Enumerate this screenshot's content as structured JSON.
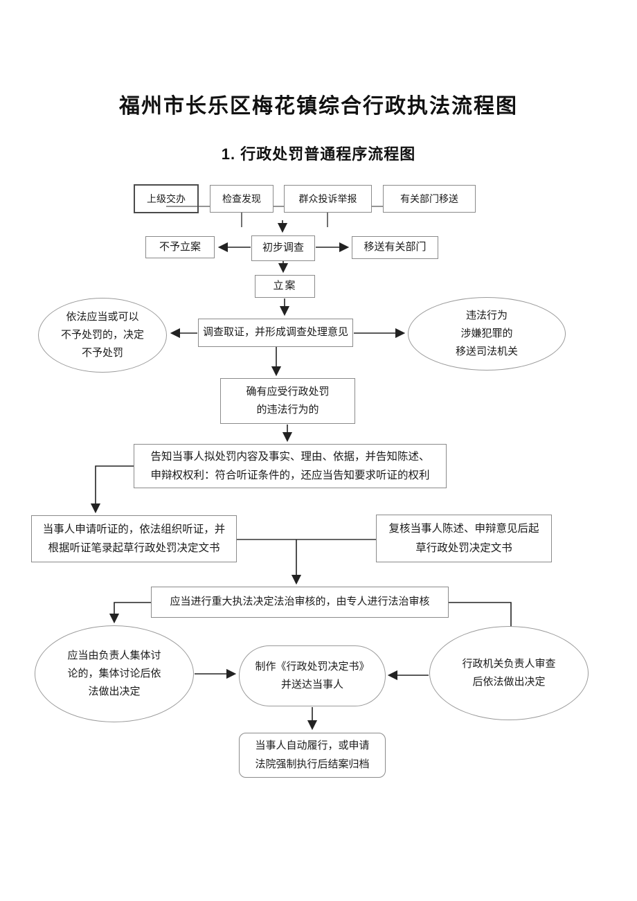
{
  "page": {
    "title": "福州市长乐区梅花镇综合行政执法流程图",
    "section_heading": "1. 行政处罚普通程序流程图"
  },
  "flowchart": {
    "nodes": {
      "superior": "上级交办",
      "inspection": "检查发现",
      "complaint": "群众投诉举报",
      "dept_transfer_in": "有关部门移送",
      "no_filing": "不予立案",
      "preliminary_investigation": "初步调查",
      "transfer_out": "移送有关部门",
      "filing": "立案",
      "no_penalty": "依法应当或可以\n不予处罚的，决定\n不予处罚",
      "evidence": "调查取证，并形成调查处理意见",
      "criminal_transfer": "违法行为\n涉嫌犯罪的\n移送司法机关",
      "confirmed_violation": "确有应受行政处罚\n的违法行为的",
      "notification": "告知当事人拟处罚内容及事实、理由、依据，并告知陈述、\n申辩权权利：符合听证条件的，还应当告知要求听证的权利",
      "hearing": "当事人申请听证的，依法组织听证，并\n根据听证笔录起草行政处罚决定文书",
      "review_statement": "复核当事人陈述、申辩意见后起\n草行政处罚决定文书",
      "legal_review": "应当进行重大执法决定法治审核的，由专人进行法治审核",
      "collective_discussion": "应当由负责人集体讨\n论的，集体讨论后依\n法做出决定",
      "decision_document": "制作《行政处罚决定书》\n并送达当事人",
      "leader_review": "行政机关负责人审查\n后依法做出决定",
      "case_closing": "当事人自动履行，或申请\n法院强制执行后结案归档"
    },
    "edges": [
      {
        "from": "superior|inspection|complaint|dept_transfer_in",
        "to": "preliminary_investigation"
      },
      {
        "from": "preliminary_investigation",
        "to": "no_filing"
      },
      {
        "from": "preliminary_investigation",
        "to": "transfer_out"
      },
      {
        "from": "preliminary_investigation",
        "to": "filing"
      },
      {
        "from": "filing",
        "to": "evidence"
      },
      {
        "from": "evidence",
        "to": "no_penalty"
      },
      {
        "from": "evidence",
        "to": "criminal_transfer"
      },
      {
        "from": "evidence",
        "to": "confirmed_violation"
      },
      {
        "from": "confirmed_violation",
        "to": "notification"
      },
      {
        "from": "notification",
        "to": "hearing"
      },
      {
        "from": "hearing|review_statement",
        "to": "legal_review"
      },
      {
        "from": "legal_review",
        "to": "collective_discussion"
      },
      {
        "from": "legal_review",
        "to": "leader_review"
      },
      {
        "from": "collective_discussion",
        "to": "decision_document"
      },
      {
        "from": "leader_review",
        "to": "decision_document"
      },
      {
        "from": "decision_document",
        "to": "case_closing"
      }
    ],
    "colors": {
      "line": "#333333",
      "box_border": "#8a8a8a",
      "text": "#1a1a1a",
      "background": "#ffffff"
    }
  }
}
